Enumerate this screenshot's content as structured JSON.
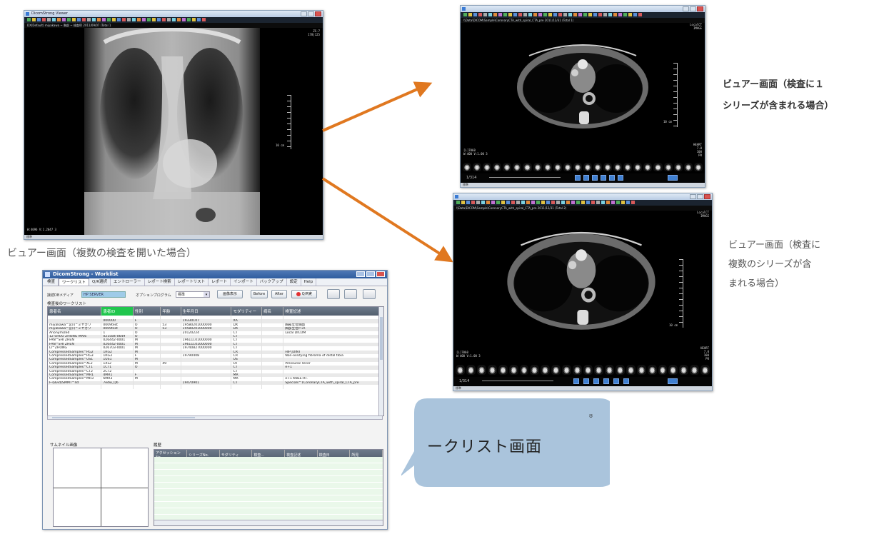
{
  "xray_window": {
    "title": "DicomStrong Viewer",
    "path": "DX(Default) miyakawa  ~ 胸部 ~ 検査ID  2011/09/07 (Total 1",
    "overlay_tr": "ZS-7\n178|125",
    "overlay_bl": "W:4096 V:1.2047 3",
    "ruler_label": "10 cm",
    "status": "標準"
  },
  "ct_window_1": {
    "path": "\\\\Data\\DICOM\\Sample\\CoronaryCTA_with_spiral_CTA_pre 2011/12/31 (Total 1)",
    "overlay_tr": "LocalCT\nIMAGE",
    "overlay_bl": "[L]7060\nW:400 V:1.00 3",
    "overlay_br": "HEART\n7.0\n100\nPR",
    "ruler_label": "10 cm",
    "frame": "1/314",
    "status": "標準"
  },
  "ct_window_2": {
    "path": "\\\\Data\\DICOM\\Sample\\CoronaryCTA_with_spiral_CTA_pre 2011/12/31 (Total 2)",
    "overlay_tr": "LocalCT\nIMAGE",
    "overlay_bl": "[L]7060\nW:400 V:1.00 3",
    "overlay_br": "HEART\n7.0\n100\nPR",
    "ruler_label": "10 cm",
    "frame": "1/314",
    "status": "標準"
  },
  "captions": {
    "viewer_multi_exam": "ビュアー画面（複数の検査を開いた場合）",
    "viewer_single_series_line1": "ビュアー画面（検査に１",
    "viewer_single_series_line2": "シリーズが含まれる場合）",
    "viewer_multi_series_line1": "ビュアー画面（検査に",
    "viewer_multi_series_line2": "複数のシリーズが含",
    "viewer_multi_series_line3": "まれる場合）",
    "callout_text": "ークリスト画面",
    "callout_fragment": "ʊ"
  },
  "worklist": {
    "title": "DicomStrong - Worklist",
    "menu": [
      "検査",
      "ワークリスト",
      "Q/R選択",
      "エントローラー",
      "レポート検索",
      "レポートリスト",
      "レポート",
      "インポート",
      "バックアップ",
      "設定",
      "Help"
    ],
    "menu_active_index": 1,
    "media_label": "接続DBメディア",
    "media_value": "HP SERVER",
    "option_label": "オプションプログラム",
    "option_value": "標準",
    "btn_show": "画像表示",
    "btn_before": "Before",
    "btn_after": "After",
    "btn_qr": "Q/R実",
    "subtitle": "検査後のワークリスト",
    "columns": [
      "患者名",
      "患者ID",
      "性別",
      "年齢",
      "生年月日",
      "モダリティー",
      "病名",
      "検査記述"
    ],
    "rows": [
      [
        "",
        "",
        "",
        "",
        "",
        "",
        "",
        ""
      ],
      [
        "",
        "000000",
        "F",
        "",
        "19330107",
        "XA",
        "",
        ""
      ],
      [
        "miyakawa^宮川^ミヤガワ",
        "0009test",
        "O",
        "53",
        "19580201000000",
        "DX",
        "",
        "胸部立位側面"
      ],
      [
        "miyakawa^宮川^ミヤガワ",
        "0009test",
        "O",
        "53",
        "19580201000000",
        "DX",
        "",
        "胸部立位P→A"
      ],
      [
        "Anonymized",
        "1",
        "O",
        "",
        "20120224",
        "CT",
        "",
        "Local DICOM"
      ],
      [
        "12 SHOU ZHONG MAI6",
        "021584-0649",
        "O",
        "",
        "",
        "CT",
        "",
        ""
      ],
      [
        "FAN^SHI ZHEN",
        "026442-0001",
        "M",
        "",
        "19611101000000",
        "CT",
        "",
        ""
      ],
      [
        "FAN^SHI ZHEN",
        "026442-0001",
        "M",
        "",
        "19611101000000",
        "CT",
        "",
        ""
      ],
      [
        "LI^ZHONG",
        "026703-0001",
        "M",
        "",
        "19740827000000",
        "CT",
        "",
        ""
      ],
      [
        "CompressedSamples^RG2",
        "1RG2",
        "M",
        "",
        "",
        "CR",
        "",
        "HIP JOINT"
      ],
      [
        "CompressedSamples^RG3",
        "1RG3",
        "F",
        "",
        "19790408",
        "CR",
        "",
        "Non-ossifying fibroma of distal tibia"
      ],
      [
        "CompressedSamples^US1",
        "1US1",
        "M",
        "",
        "",
        "US",
        "",
        ""
      ],
      [
        "CompressedSamples^XL2",
        "1XL2",
        "M",
        "49",
        "",
        "OT",
        "",
        "Pressuroc Ulcer"
      ],
      [
        "CompressedSamples^CT1",
        "1CT1",
        "O",
        "",
        "",
        "CT",
        "",
        "e+1"
      ],
      [
        "CompressedSamples^CT2",
        "2CT2",
        "",
        "",
        "",
        "CT",
        "",
        ""
      ],
      [
        "CompressedSamples^MR1",
        "4MR1",
        "F",
        "",
        "",
        "MR",
        "",
        ""
      ],
      [
        "CompressedSamples^MR3",
        "6MR3",
        "M",
        "",
        "",
        "MR",
        "",
        "e+1 KNEE-RT."
      ],
      [
        "F-(Bvid)SMMT^4d",
        "7edw_Q6",
        "",
        "",
        "19470901",
        "CT",
        "",
        "Specials^1CoronaryCTA_with_spiral_CTA_pre"
      ],
      [
        "",
        "",
        "",
        "",
        "",
        "",
        "",
        ""
      ]
    ],
    "thumb_label": "サムネイル画像",
    "history_label": "履歴",
    "history_columns": [
      "アクセッションNo.",
      "シリーズNo.",
      "モダリティ",
      "検査...",
      "検査記述",
      "検査日",
      "所見"
    ]
  },
  "colors": {
    "arrow": "#e07820",
    "callout": "#aac4dc",
    "grid_header_highlight": "#20c64d"
  }
}
